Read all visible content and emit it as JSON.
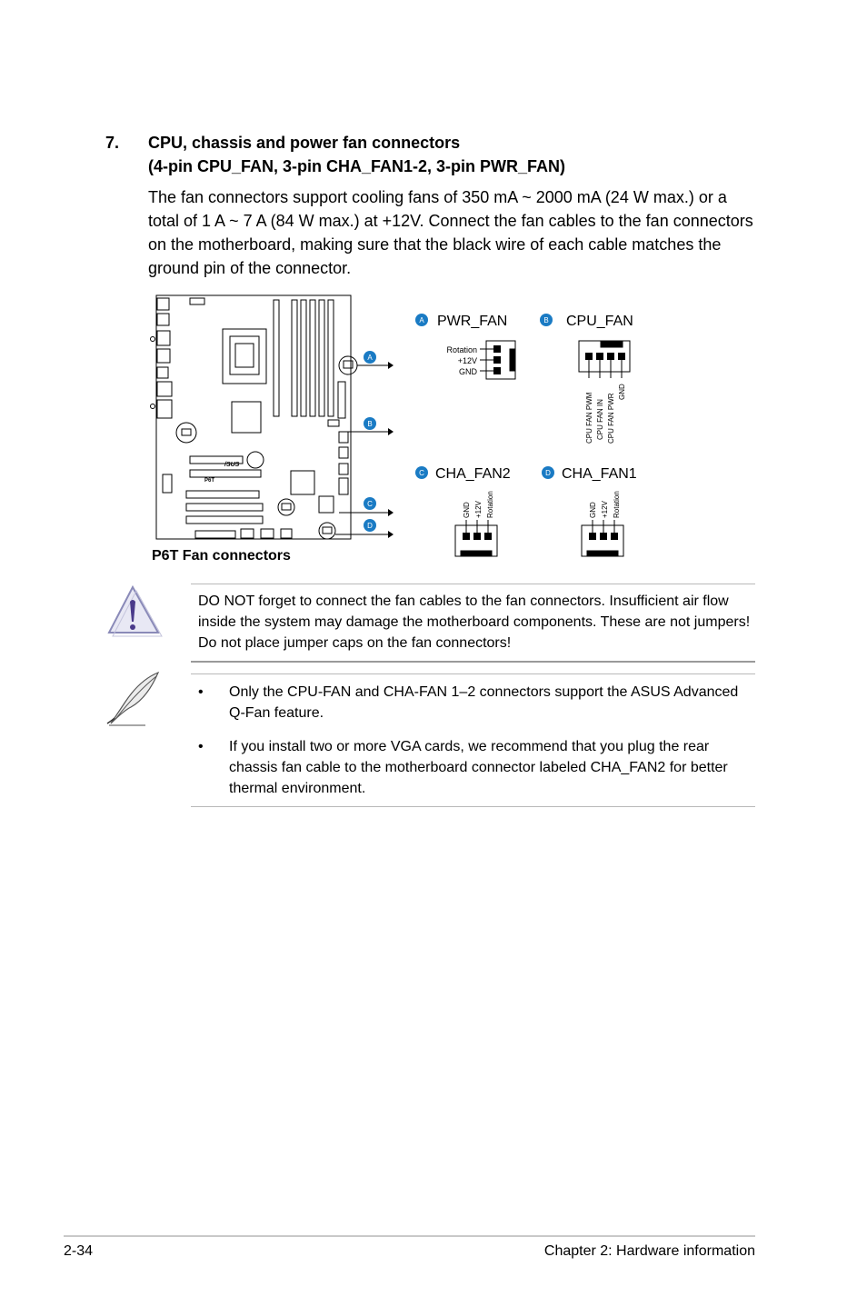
{
  "section": {
    "number": "7.",
    "title_line1": "CPU, chassis and power fan connectors",
    "title_line2": "(4-pin CPU_FAN, 3-pin CHA_FAN1-2, 3-pin PWR_FAN)",
    "paragraph": "The fan connectors support cooling fans of 350 mA ~ 2000 mA (24 W max.) or a total of 1 A ~ 7 A (84 W max.) at +12V. Connect the fan cables to the fan connectors on the motherboard, making sure that the black wire of each cable matches the ground pin of the connector."
  },
  "figure": {
    "caption": "P6T Fan connectors",
    "board_label": "P6T",
    "brand_label": "/SUS",
    "markers": [
      "A",
      "B",
      "C",
      "D"
    ],
    "connectors": [
      {
        "marker": "A",
        "name": "PWR_FAN",
        "pins": [
          "Rotation",
          "+12V",
          "GND"
        ]
      },
      {
        "marker": "B",
        "name": "CPU_FAN",
        "pins": [
          "CPU FAN PWM",
          "CPU FAN IN",
          "CPU FAN PWR",
          "GND"
        ]
      },
      {
        "marker": "C",
        "name": "CHA_FAN2",
        "pins": [
          "GND",
          "+12V",
          "Rotation"
        ]
      },
      {
        "marker": "D",
        "name": "CHA_FAN1",
        "pins": [
          "GND",
          "+12V",
          "Rotation"
        ]
      }
    ],
    "marker_color": "#1a7bc4"
  },
  "notice": {
    "icon": "warning-icon",
    "text": "DO NOT forget to connect the fan cables to the fan connectors. Insufficient air flow inside the system may damage the motherboard components. These are not jumpers! Do not place jumper caps on the fan connectors!"
  },
  "note": {
    "icon": "feather-note-icon",
    "bullet_symbol": "•",
    "items": [
      "Only the CPU-FAN and CHA-FAN 1–2 connectors support the ASUS Advanced Q-Fan feature.",
      "If you install two or more VGA cards, we recommend that you plug the rear chassis fan cable to the motherboard connector labeled CHA_FAN2 for better thermal environment."
    ]
  },
  "footer": {
    "page_number": "2-34",
    "chapter": "Chapter 2: Hardware information"
  }
}
